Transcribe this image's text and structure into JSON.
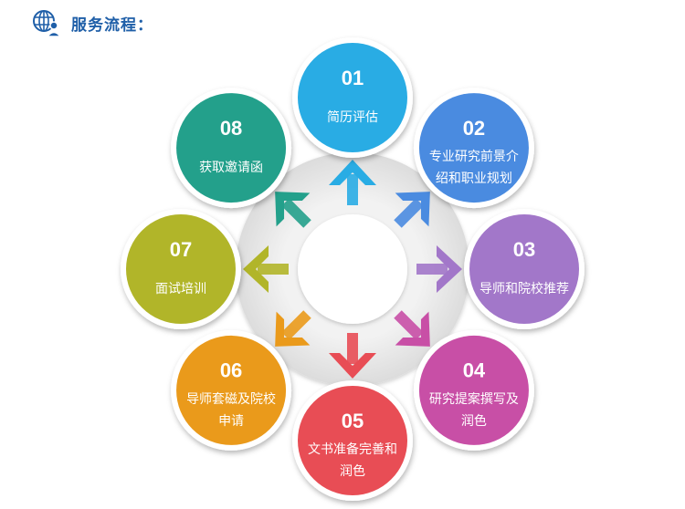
{
  "header": {
    "title": "服务流程：",
    "icon": "globe-user-icon"
  },
  "colors": {
    "title": "#1f5fa8"
  },
  "steps": [
    {
      "number": "01",
      "lines": [
        "简历评估"
      ],
      "color": "#29ace4"
    },
    {
      "number": "02",
      "lines": [
        "专业研究前景介",
        "绍和职业规划"
      ],
      "color": "#4a8be0"
    },
    {
      "number": "03",
      "lines": [
        "导师和院校推荐"
      ],
      "color": "#a277c9"
    },
    {
      "number": "04",
      "lines": [
        "研究提案撰写及",
        "润色"
      ],
      "color": "#c84fa6"
    },
    {
      "number": "05",
      "lines": [
        "文书准备完善和",
        "润色"
      ],
      "color": "#e84d55"
    },
    {
      "number": "06",
      "lines": [
        "导师套磁及院校",
        "申请"
      ],
      "color": "#ea9a1b"
    },
    {
      "number": "07",
      "lines": [
        "面试培训"
      ],
      "color": "#b1b529"
    },
    {
      "number": "08",
      "lines": [
        "获取邀请函"
      ],
      "color": "#23a08b"
    }
  ]
}
